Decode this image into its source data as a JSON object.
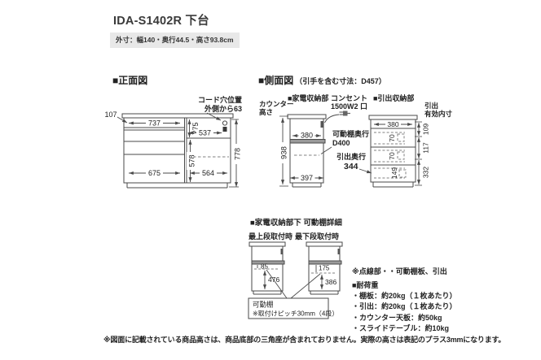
{
  "header": {
    "title": "IDA-S1402R 下台",
    "outer_dims": "外寸：幅140・奥行44.5・高さ93.8cm"
  },
  "front_section": {
    "title": "■正面図",
    "cord_hole_line1": "コード穴位置",
    "cord_hole_line2": "外側から63",
    "dims": {
      "offset_107": "107",
      "top_width": "737",
      "upper_right_h": "275",
      "upper_right_w": "537",
      "inner_h": "778",
      "lower_right_h": "578",
      "bottom_left_w": "675",
      "bottom_right_w": "564"
    }
  },
  "side_section": {
    "title": "■側面図",
    "title_note": "（引手を含む寸法：D457）",
    "appliance": {
      "label": "■家電収納部",
      "counter_line1": "カウンター",
      "counter_line2": "高さ",
      "outlet_line1": "コンセント",
      "outlet_line2": "1500W2 口",
      "shelf_depth_line1": "可動棚奥行",
      "shelf_depth_line2": "D400",
      "height": "938",
      "top_depth": "380",
      "bottom_depth": "397"
    },
    "drawer": {
      "label": "■引出収納部",
      "inner_line1": "引出",
      "inner_line2": "有効内寸",
      "top_depth": "380",
      "drawer1_h": "70",
      "drawer2_h": "70",
      "drawer3_h": "149",
      "depth_label": "引出奥行",
      "depth_value": "344",
      "inner1": "109",
      "inner2": "117",
      "inner3": "332"
    }
  },
  "detail_section": {
    "title": "■家電収納部下 可動棚詳細",
    "top_mount_label": "最上段取付時",
    "bottom_mount_label": "最下段取付時",
    "top_gap": "85",
    "top_below": "476",
    "bottom_gap": "175",
    "bottom_below": "386",
    "callout_line1": "可動棚",
    "callout_line2": "※取付けピッチ30mm（4段）"
  },
  "notes": {
    "dotted_note": "※点線部・・可動棚板、引出",
    "load_title": "■耐荷重",
    "load_items": [
      "・棚板：約20kg（１枚あたり）",
      "・引出：約20kg（１枚あたり）",
      "・カウンター天板：約50kg",
      "・スライドテーブル：約10kg"
    ],
    "footer": "※図面に記載されている商品高さは、商品底部の三角座が含まれておりません。実際の高さは表記のプラス3mmになります。"
  },
  "colors": {
    "line": "#4a4a4a",
    "band_bg": "#e8e8e8",
    "slide_table": "#9a9a9a"
  }
}
